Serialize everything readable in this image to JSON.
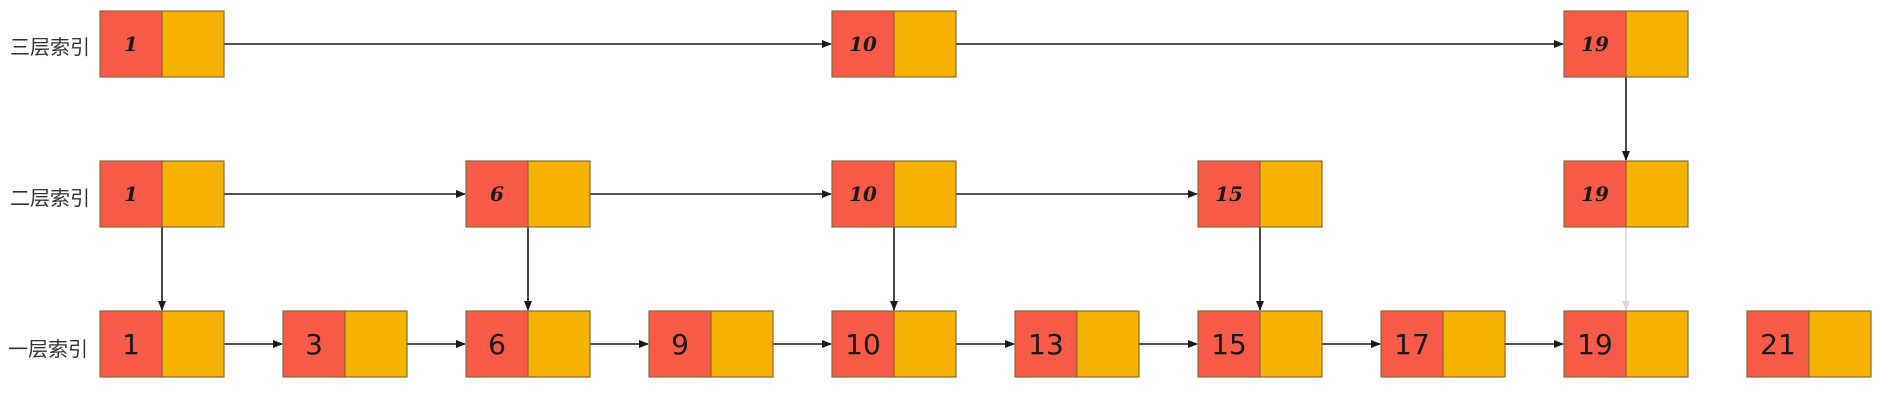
{
  "colors": {
    "key_fill": "#f85a48",
    "pointer_fill": "#f5b200",
    "border": "#8a6a3a",
    "arrow": "#1a1a1a",
    "faint_arrow": "#d8d8d8",
    "label": "#333333"
  },
  "levels": [
    {
      "id": "level-3",
      "label": "三层索引",
      "keys": [
        "1",
        "10",
        "19"
      ]
    },
    {
      "id": "level-2",
      "label": "二层索引",
      "keys": [
        "1",
        "6",
        "10",
        "15",
        "19"
      ]
    },
    {
      "id": "level-1",
      "label": "一层索引",
      "keys": [
        "1",
        "3",
        "6",
        "9",
        "10",
        "13",
        "15",
        "17",
        "19",
        "21"
      ]
    }
  ]
}
